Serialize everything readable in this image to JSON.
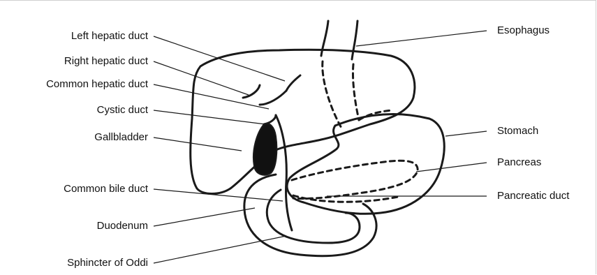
{
  "diagram": {
    "labels_left": [
      {
        "id": "left-hepatic-duct",
        "text": "Left hepatic duct"
      },
      {
        "id": "right-hepatic-duct",
        "text": "Right hepatic duct"
      },
      {
        "id": "common-hepatic-duct",
        "text": "Common hepatic duct"
      },
      {
        "id": "cystic-duct",
        "text": "Cystic duct"
      },
      {
        "id": "gallbladder",
        "text": "Gallbladder"
      },
      {
        "id": "common-bile-duct",
        "text": "Common bile duct"
      },
      {
        "id": "duodenum",
        "text": "Duodenum"
      },
      {
        "id": "sphincter-of-oddi",
        "text": "Sphincter of Oddi"
      }
    ],
    "labels_right": [
      {
        "id": "esophagus",
        "text": "Esophagus"
      },
      {
        "id": "stomach",
        "text": "Stomach"
      },
      {
        "id": "pancreas",
        "text": "Pancreas"
      },
      {
        "id": "pancreatic-duct",
        "text": "Pancreatic duct"
      }
    ],
    "colors": {
      "line": "#1a1a1a",
      "fill": "#111111",
      "frame": "#cfcfcf"
    }
  }
}
